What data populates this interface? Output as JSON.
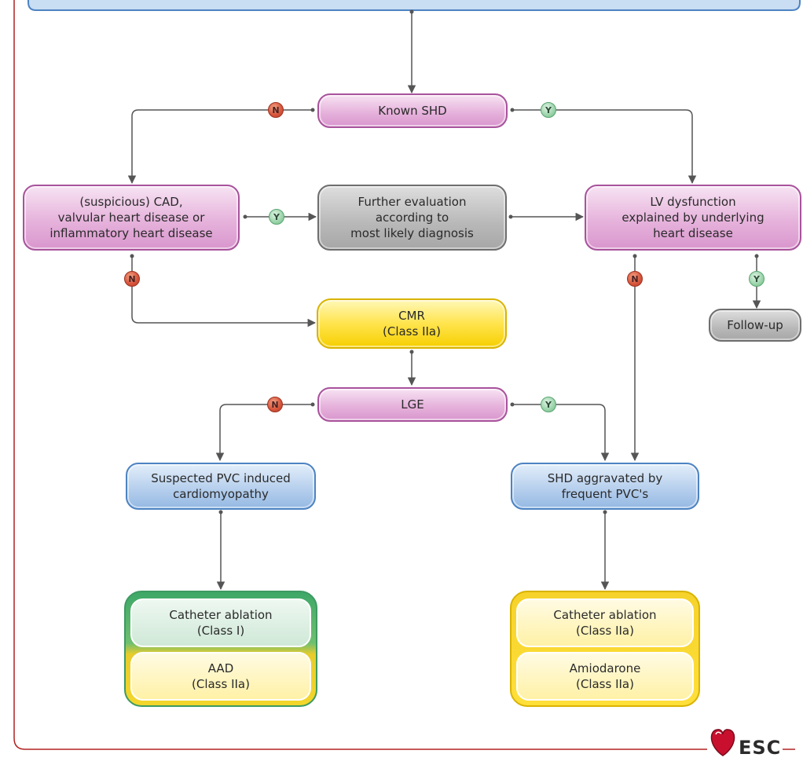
{
  "nodes": {
    "known_shd": {
      "label": "Known SHD"
    },
    "suspicious_cad": {
      "lines": [
        "(suspicious) CAD,",
        "valvular heart disease or",
        "inflammatory heart disease"
      ]
    },
    "further_eval": {
      "lines": [
        "Further evaluation",
        "according to",
        "most likely diagnosis"
      ]
    },
    "lv_dysfunction": {
      "lines": [
        "LV dysfunction",
        "explained by underlying",
        "heart disease"
      ]
    },
    "cmr": {
      "lines": [
        "CMR",
        "(Class IIa)"
      ]
    },
    "follow_up": {
      "label": "Follow-up"
    },
    "lge": {
      "label": "LGE"
    },
    "suspected_pvc": {
      "lines": [
        "Suspected PVC induced",
        "cardiomyopathy"
      ]
    },
    "shd_aggravated": {
      "lines": [
        "SHD aggravated by",
        "frequent PVC's"
      ]
    },
    "left_therapy": {
      "top": [
        "Catheter ablation",
        "(Class I)"
      ],
      "bottom": [
        "AAD",
        "(Class IIa)"
      ]
    },
    "right_therapy": {
      "top": [
        "Catheter ablation",
        "(Class IIa)"
      ],
      "bottom": [
        "Amiodarone",
        "(Class IIa)"
      ]
    }
  },
  "badges": {
    "no": "N",
    "yes": "Y"
  },
  "logo": {
    "text": "ESC"
  },
  "colors": {
    "frame": "#b22222",
    "line": "#555555",
    "purple": "#d996cd",
    "gray": "#b8b8b8",
    "yellow": "#ffe44d",
    "blue": "#b3cdec",
    "green": "#3ea868"
  }
}
